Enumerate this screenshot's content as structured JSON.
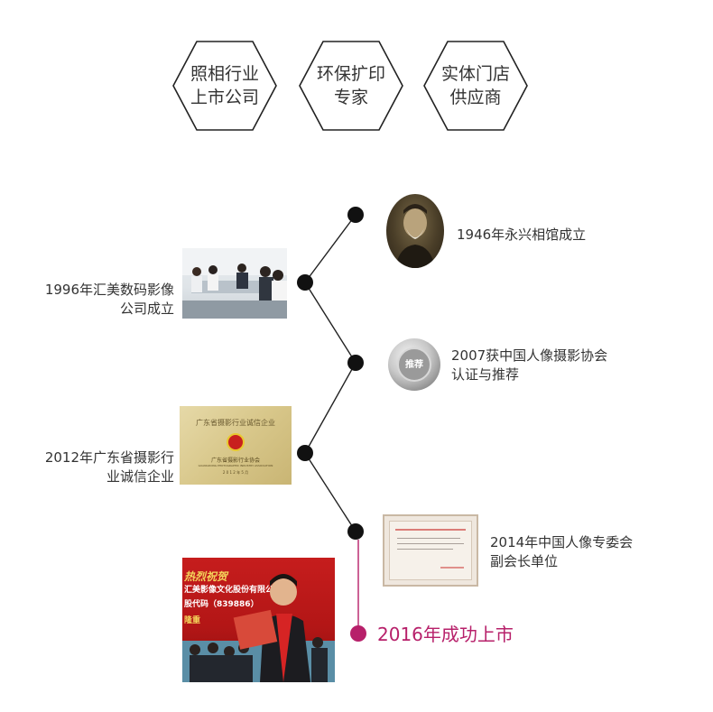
{
  "badges": [
    {
      "line1": "照相行业",
      "line2": "上市公司"
    },
    {
      "line1": "环保扩印",
      "line2": "专家"
    },
    {
      "line1": "实体门店",
      "line2": "供应商"
    }
  ],
  "events": {
    "e1946": "1946年永兴相馆成立",
    "e1996_l1": "1996年汇美数码影像",
    "e1996_l2": "公司成立",
    "e2007_l1": "2007获中国人像摄影协会",
    "e2007_l2": "认证与推荐",
    "e2012_l1": "2012年广东省摄影行",
    "e2012_l2": "业诚信企业",
    "e2014_l1": "2014年中国人像专委会",
    "e2014_l2": "副会长单位",
    "e2016": "2016年成功上市"
  },
  "plaque": {
    "title": "广东省摄影行业诚信企业",
    "org": "广东省摄影行业协会",
    "org_en": "GUANGDONG PHOTOGRAPHIC INDUSTRY ASSOCIATION",
    "date": "2 0 1 2 年 5 月"
  },
  "medal_text": "推荐",
  "banner": {
    "line1": "热烈祝贺",
    "line2": "汇美影像文化股份有限公司",
    "line3": "股代码（839886）",
    "line4": "隆重"
  },
  "colors": {
    "accent": "#b7206a",
    "line": "#222222",
    "dot": "#111111"
  }
}
